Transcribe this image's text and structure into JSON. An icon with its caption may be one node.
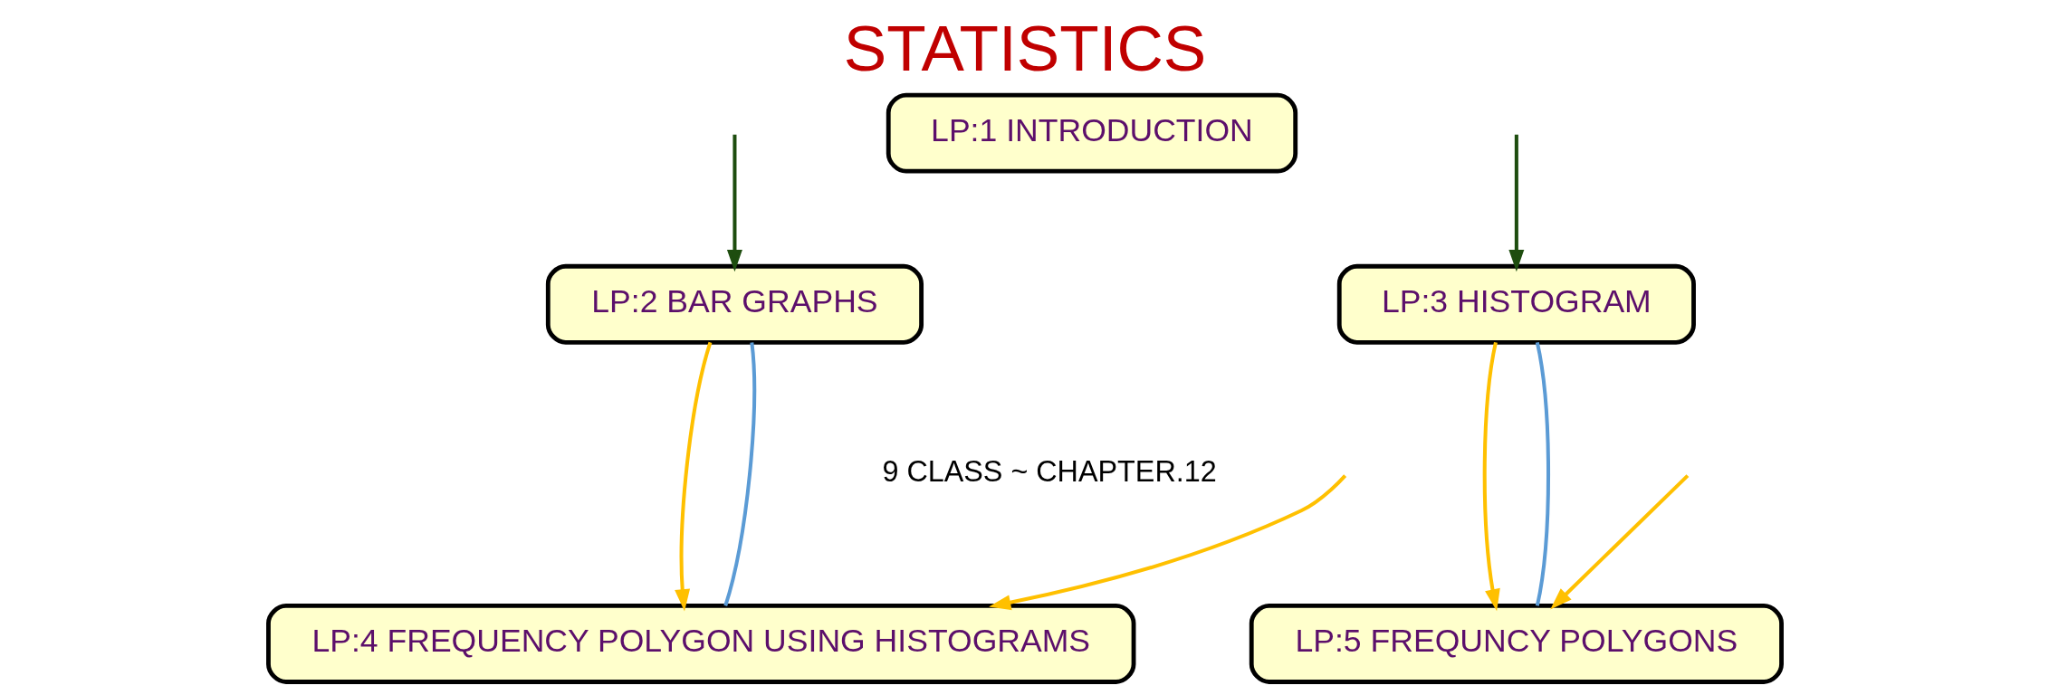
{
  "diagram": {
    "title": "STATISTICS",
    "nodes": [
      {
        "text": [
          "LP:1 INTRODUCTION"
        ]
      },
      {
        "text": [
          "LP:2 BAR GRAPHS"
        ]
      },
      {
        "text": [
          "LP:3 HISTOGRAM"
        ]
      },
      {
        "text": [
          "LP:4 FREQUENCY POLYGON USING HISTOGRAMS"
        ]
      },
      {
        "text": [
          "LP:5 FREQUNCY POLYGONS"
        ]
      }
    ],
    "edges": [
      {
        "from": null,
        "to": 1,
        "arrow": "to",
        "color": "#1e4d0f"
      },
      {
        "from": null,
        "to": 2,
        "arrow": "to",
        "color": "#1e4d0f"
      },
      {
        "from": 1,
        "to": 3,
        "arrow": "to",
        "color": "#ffc000"
      },
      {
        "from": 2,
        "to": 4,
        "arrow": "to",
        "color": "#ffc000"
      },
      {
        "from": null,
        "to": 3,
        "arrow": "to",
        "color": "#ffc000"
      },
      {
        "from": null,
        "to": 4,
        "arrow": "to",
        "color": "#ffc000"
      },
      {
        "from": 1,
        "to": 3,
        "arrow": "none",
        "color": "#5b9bd5"
      },
      {
        "from": 2,
        "to": 4,
        "arrow": "none",
        "color": "#5b9bd5"
      }
    ],
    "labels": [
      "9 CLASS ~ CHAPTER.12"
    ]
  }
}
